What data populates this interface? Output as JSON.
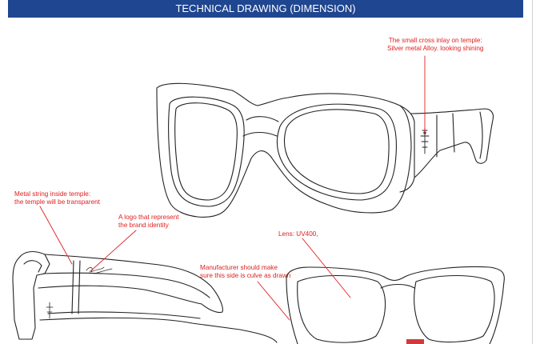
{
  "header": {
    "title": "TECHNICAL DRAWING (DIMENSION)"
  },
  "annotations": {
    "cross_inlay": {
      "line1": "The small cross inlay on temple:",
      "line2": "Silver metal Alloy. looking shining"
    },
    "metal_string": {
      "line1": "Metal string inside temple:",
      "line2": "the temple will be transparent"
    },
    "logo": {
      "line1": "A logo that represent",
      "line2": "the brand identity"
    },
    "lens": {
      "line1": "Lens: UV400,"
    },
    "manufacturer": {
      "line1": "Manufacturer should make",
      "line2": "sure this side is culve as drawn"
    }
  },
  "colors": {
    "header_bg": "#1f4690",
    "annotation": "#e02020",
    "line_art": "#222222"
  },
  "icons": [
    "cross-inlay-icon",
    "brand-logo-icon"
  ]
}
